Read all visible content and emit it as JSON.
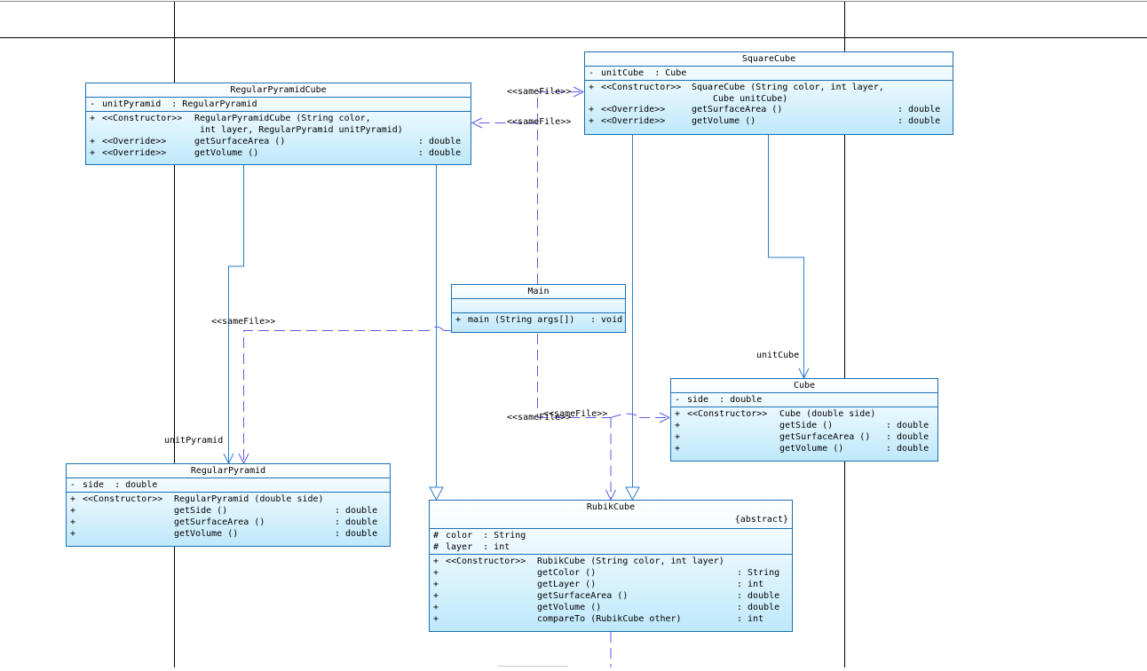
{
  "classes": {
    "regular_pyramid_cube": {
      "name": "RegularPyramidCube",
      "attributes": [
        {
          "vis": "-",
          "text": "unitPyramid  : RegularPyramid"
        }
      ],
      "methods": [
        {
          "vis": "+",
          "stereo": "<<Constructor>>",
          "sig": "RegularPyramidCube (String color,",
          "type": ""
        },
        {
          "vis": "",
          "stereo": "",
          "sig": " int layer, RegularPyramid unitPyramid)",
          "type": ""
        },
        {
          "vis": "+",
          "stereo": "<<Override>>",
          "sig": "getSurfaceArea ()",
          "type": ": double"
        },
        {
          "vis": "+",
          "stereo": "<<Override>>",
          "sig": "getVolume ()",
          "type": ": double"
        }
      ]
    },
    "square_cube": {
      "name": "SquareCube",
      "attributes": [
        {
          "vis": "-",
          "text": "unitCube  : Cube"
        }
      ],
      "methods": [
        {
          "vis": "+",
          "stereo": "<<Constructor>>",
          "sig": "SquareCube (String color, int layer,",
          "type": ""
        },
        {
          "vis": "",
          "stereo": "",
          "sig": " Cube unitCube)",
          "type": ""
        },
        {
          "vis": "+",
          "stereo": "<<Override>>",
          "sig": "getSurfaceArea ()",
          "type": ": double"
        },
        {
          "vis": "+",
          "stereo": "<<Override>>",
          "sig": "getVolume ()",
          "type": ": double"
        }
      ]
    },
    "main": {
      "name": "Main",
      "attributes": [],
      "methods": [
        {
          "vis": "+",
          "stereo": "",
          "sig": "main (String args[])",
          "type": ": void"
        }
      ]
    },
    "cube": {
      "name": "Cube",
      "attributes": [
        {
          "vis": "-",
          "text": "side  : double"
        }
      ],
      "methods": [
        {
          "vis": "+",
          "stereo": "<<Constructor>>",
          "sig": "Cube (double side)",
          "type": ""
        },
        {
          "vis": "+",
          "stereo": "",
          "sig": "getSide ()",
          "type": ": double"
        },
        {
          "vis": "+",
          "stereo": "",
          "sig": "getSurfaceArea ()",
          "type": ": double"
        },
        {
          "vis": "+",
          "stereo": "",
          "sig": "getVolume ()",
          "type": ": double"
        }
      ]
    },
    "regular_pyramid": {
      "name": "RegularPyramid",
      "attributes": [
        {
          "vis": "-",
          "text": "side  : double"
        }
      ],
      "methods": [
        {
          "vis": "+",
          "stereo": "<<Constructor>>",
          "sig": "RegularPyramid (double side)",
          "type": ""
        },
        {
          "vis": "+",
          "stereo": "",
          "sig": "getSide ()",
          "type": ": double"
        },
        {
          "vis": "+",
          "stereo": "",
          "sig": "getSurfaceArea ()",
          "type": ": double"
        },
        {
          "vis": "+",
          "stereo": "",
          "sig": "getVolume ()",
          "type": ": double"
        }
      ]
    },
    "rubik_cube": {
      "name": "RubikCube",
      "stereotype": "{abstract}",
      "attributes": [
        {
          "vis": "#",
          "text": "color  : String"
        },
        {
          "vis": "#",
          "text": "layer  : int"
        }
      ],
      "methods": [
        {
          "vis": "+",
          "stereo": "<<Constructor>>",
          "sig": "RubikCube (String color, int layer)",
          "type": ""
        },
        {
          "vis": "+",
          "stereo": "",
          "sig": "getColor ()",
          "type": ": String"
        },
        {
          "vis": "+",
          "stereo": "",
          "sig": "getLayer ()",
          "type": ": int"
        },
        {
          "vis": "+",
          "stereo": "",
          "sig": "getSurfaceArea ()",
          "type": ": double"
        },
        {
          "vis": "+",
          "stereo": "",
          "sig": "getVolume ()",
          "type": ": double"
        },
        {
          "vis": "+",
          "stereo": "",
          "sig": "compareTo (RubikCube other)",
          "type": ": int"
        }
      ]
    }
  },
  "labels": {
    "same_file": "<<sameFile>>",
    "unit_cube": "unitCube",
    "unit_pyramid": "unitPyramid"
  },
  "colors": {
    "class_border": "#1b6fb3",
    "association_line": "#2d7cc8",
    "dependency_line": "#5a5ae8",
    "gradient_bottom": "#bfe8fb"
  }
}
